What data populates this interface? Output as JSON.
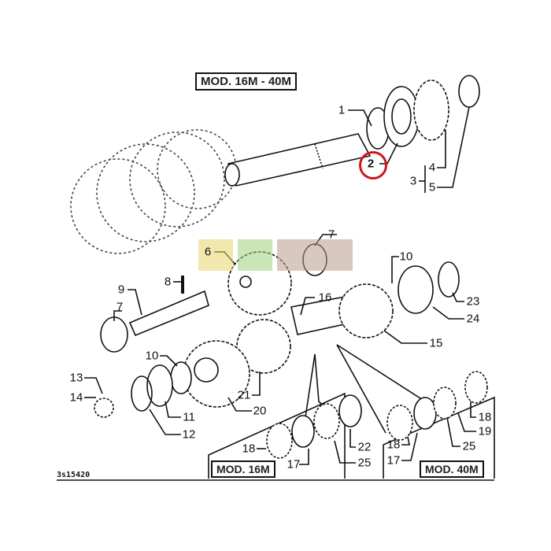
{
  "diagram": {
    "header_box": "MOD. 16M - 40M",
    "inset_16m_box": "MOD. 16M",
    "inset_40m_box": "MOD. 40M",
    "drawing_code": "3s15420",
    "highlight_color": "#d0151b",
    "callouts": {
      "c1": "1",
      "c2": "2",
      "c3": "3",
      "c4": "4",
      "c5": "5",
      "c6": "6",
      "c7a": "7",
      "c7b": "7",
      "c8": "8",
      "c9": "9",
      "c10a": "10",
      "c10b": "10",
      "c11": "11",
      "c12": "12",
      "c13": "13",
      "c14": "14",
      "c15": "15",
      "c16": "16",
      "c17a": "17",
      "c18a": "18",
      "c20": "20",
      "c21": "21",
      "c22": "22",
      "c25a": "25",
      "c23": "23",
      "c24": "24",
      "c18b": "18",
      "c19": "19",
      "c25b": "25",
      "c18c": "18",
      "c17b": "17"
    }
  }
}
